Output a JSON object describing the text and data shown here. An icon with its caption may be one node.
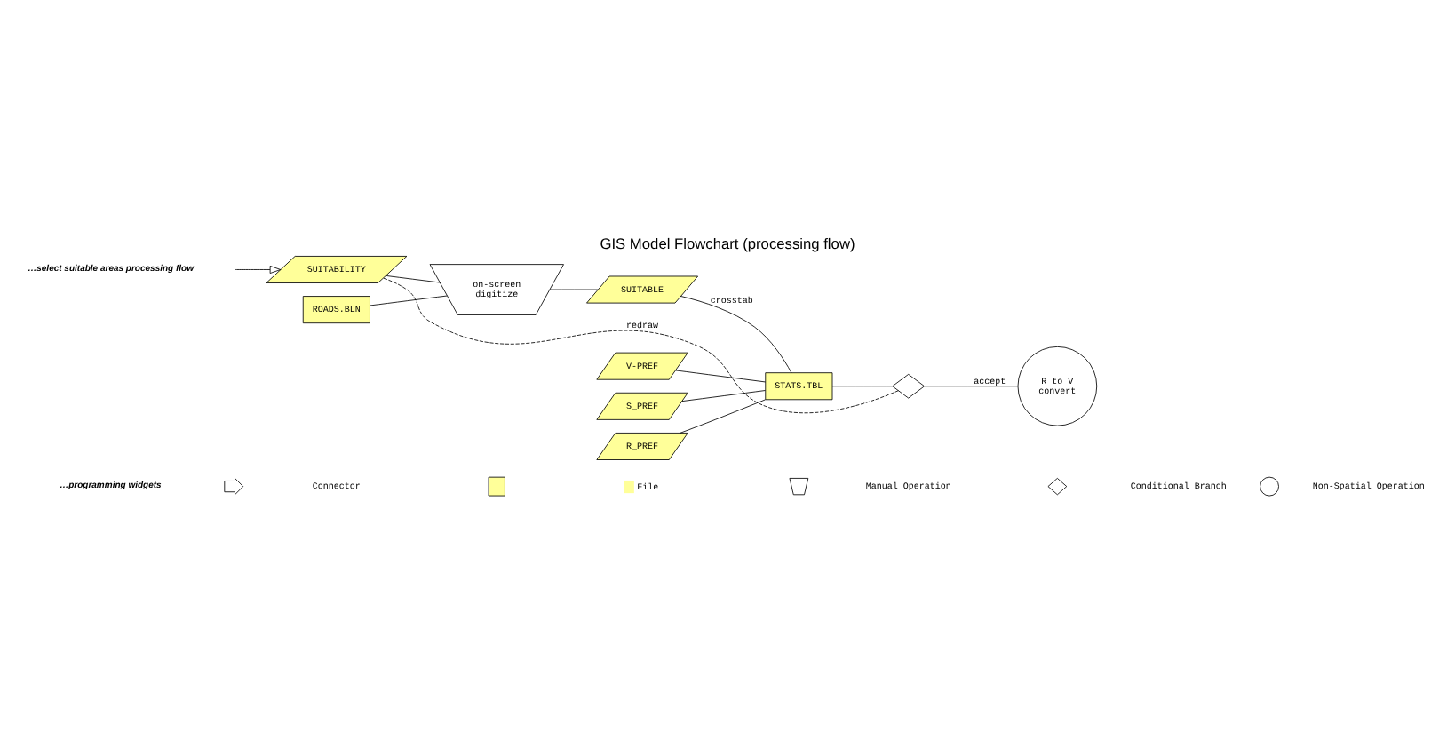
{
  "diagram": {
    "title": "GIS Model Flowchart (processing flow)",
    "nodes": [
      {
        "text": [
          "SUITABILITY"
        ]
      },
      {
        "text": [
          "ROADS.BLN"
        ]
      },
      {
        "text": [
          "on-screen",
          "digitize"
        ]
      },
      {
        "text": [
          "SUITABLE"
        ]
      },
      {
        "text": [
          "V-PREF"
        ]
      },
      {
        "text": [
          "S_PREF"
        ]
      },
      {
        "text": [
          "R_PREF"
        ]
      },
      {
        "text": [
          "STATS.TBL"
        ]
      },
      {
        "text": [],
        "shape": "diamond"
      },
      {
        "text": [
          "R to V",
          "convert"
        ]
      }
    ],
    "edges": [
      {
        "from": null,
        "to": 0,
        "arrow": "to"
      },
      {
        "from": 0,
        "to": 2,
        "arrow": "none"
      },
      {
        "from": 1,
        "to": 2,
        "arrow": "none"
      },
      {
        "from": 2,
        "to": 3,
        "arrow": "none"
      },
      {
        "from": 3,
        "to": 7,
        "arrow": "none",
        "label": "crosstab"
      },
      {
        "from": 4,
        "to": 7,
        "arrow": "none"
      },
      {
        "from": 5,
        "to": 7,
        "arrow": "none"
      },
      {
        "from": 6,
        "to": 7,
        "arrow": "none"
      },
      {
        "from": 7,
        "to": 8,
        "arrow": "none"
      },
      {
        "from": 8,
        "to": 9,
        "arrow": "none",
        "label": "accept"
      },
      {
        "from": 8,
        "to": 0,
        "arrow": "none",
        "label": "redraw",
        "style": "dashed"
      }
    ],
    "labels": [
      "…programming widgets",
      "…select suitable areas processing flow"
    ],
    "legend": [
      {
        "text": "Connector"
      },
      {
        "text": "File",
        "color": "#ffff99"
      },
      {
        "text": "Manual Operation"
      },
      {
        "text": "Conditional Branch"
      },
      {
        "text": "Non-Spatial Operation"
      }
    ]
  }
}
